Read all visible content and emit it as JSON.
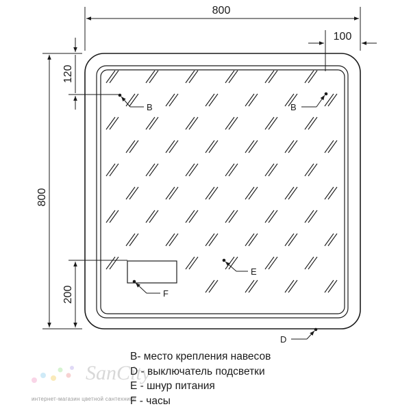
{
  "dimensions": {
    "top_width": "800",
    "right_offset": "100",
    "left_height": "800",
    "top_offset": "120",
    "bottom_offset": "200"
  },
  "labels": {
    "b_left": "B",
    "b_right": "B",
    "e": "E",
    "f": "F",
    "d": "D"
  },
  "legend": [
    "B- место крепления навесов",
    "D - выключатель подсветки",
    "E - шнур питания",
    "F - часы"
  ],
  "watermark": {
    "logo_text": "SanCity",
    "caption": "интернет-магазин цветной сантехники"
  },
  "colors": {
    "line": "#1a1a1a",
    "watermark": "#c8c8c8"
  }
}
